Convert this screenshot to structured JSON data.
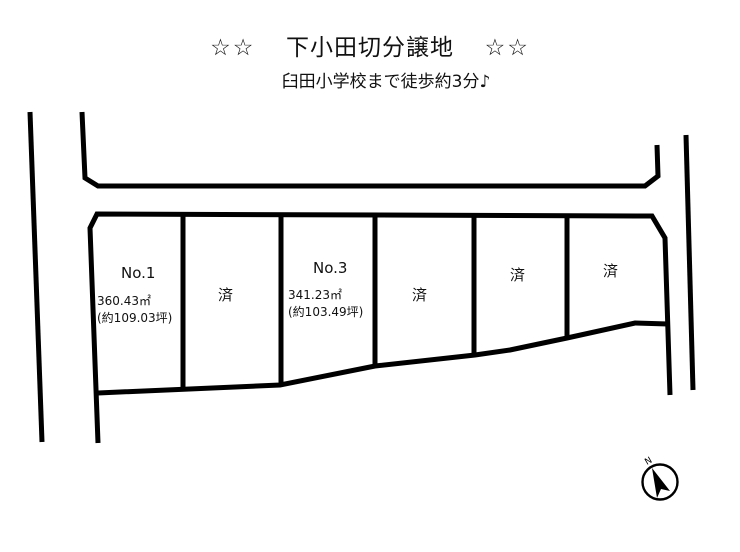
{
  "header": {
    "stars_left": "☆☆",
    "title": "下小田切分譲地",
    "stars_right": "☆☆",
    "subtitle": "臼田小学校まで徒歩約3分♪"
  },
  "lots": [
    {
      "id": "lot-1",
      "number": "No.1",
      "area_m2": "360.43㎡",
      "area_tsubo": "(約109.03坪)",
      "status": "available"
    },
    {
      "id": "lot-2",
      "status_label": "済",
      "status": "sold"
    },
    {
      "id": "lot-3",
      "number": "No.3",
      "area_m2": "341.23㎡",
      "area_tsubo": "(約103.49坪)",
      "status": "available"
    },
    {
      "id": "lot-4",
      "status_label": "済",
      "status": "sold"
    },
    {
      "id": "lot-5",
      "status_label": "済",
      "status": "sold"
    },
    {
      "id": "lot-6",
      "status_label": "済",
      "status": "sold"
    }
  ],
  "compass": {
    "label": "N",
    "icon": "north-arrow-icon"
  },
  "colors": {
    "line": "#000000",
    "background": "#ffffff"
  }
}
